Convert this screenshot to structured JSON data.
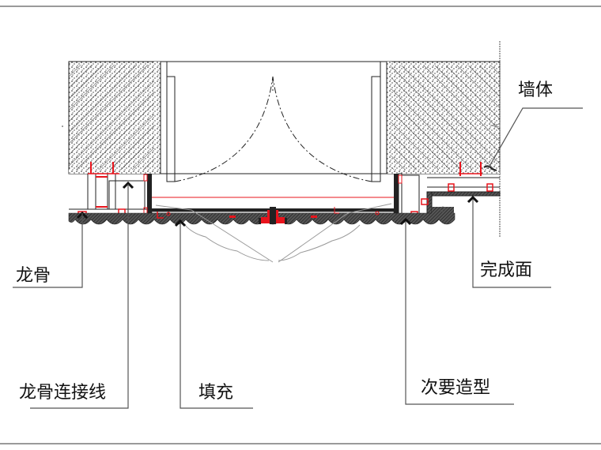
{
  "title": "门洞节点剖面图",
  "colors": {
    "line": "#1a1a1a",
    "accent_red": "#e8141c",
    "leader": "#555555",
    "hatch": "#222222",
    "frame": "#9a9a9a"
  },
  "labels": {
    "wall": "墙体",
    "keel": "龙骨",
    "finish_surface": "完成面",
    "keel_connection_line": "龙骨连接线",
    "fill": "填充",
    "secondary_shape": "次要造型"
  }
}
